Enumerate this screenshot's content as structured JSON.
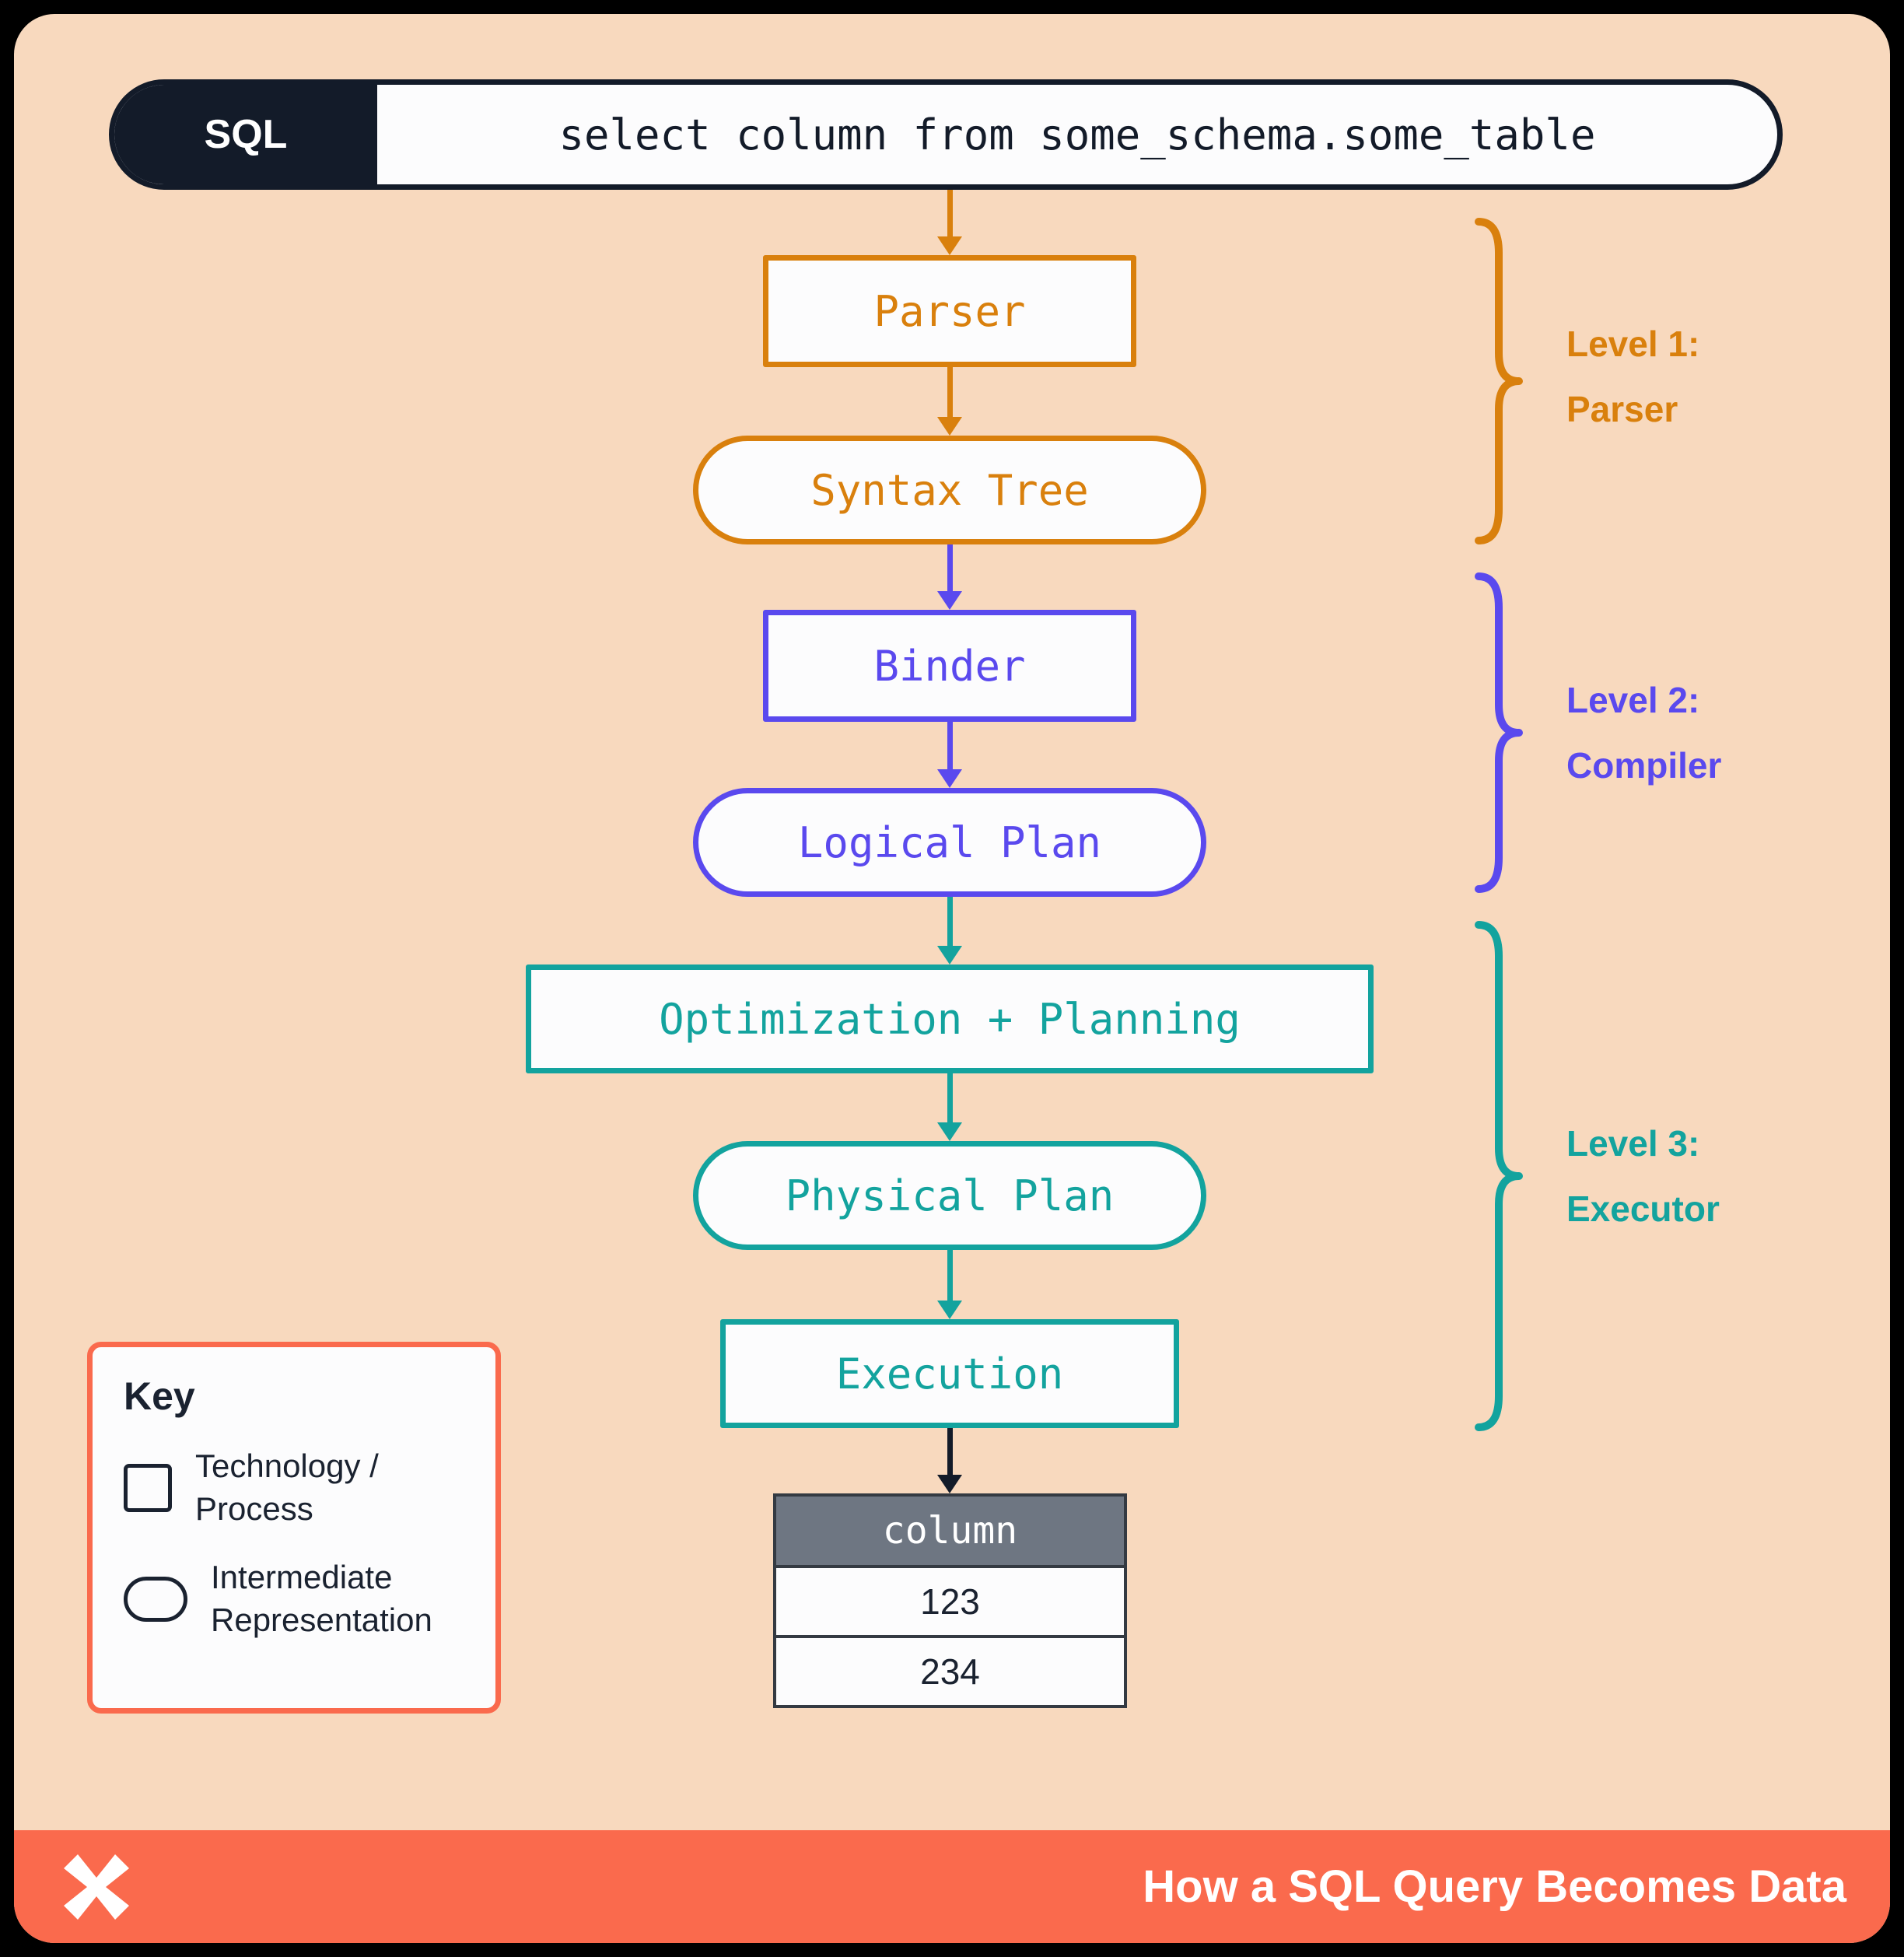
{
  "colors": {
    "background_peach": "#F8D9BE",
    "navy": "#131B29",
    "level1_orange": "#D9800D",
    "level2_purple": "#5A49EE",
    "level3_teal": "#13A39E",
    "coral_accent": "#FA6A4D",
    "table_header_gray": "#6E7682"
  },
  "sql_bar": {
    "label": "SQL",
    "query": "select column from some_schema.some_table"
  },
  "nodes": [
    {
      "id": "parser",
      "label": "Parser",
      "shape": "rect",
      "level": "orange"
    },
    {
      "id": "syntax-tree",
      "label": "Syntax Tree",
      "shape": "pill",
      "level": "orange"
    },
    {
      "id": "binder",
      "label": "Binder",
      "shape": "rect",
      "level": "purple"
    },
    {
      "id": "logical-plan",
      "label": "Logical Plan",
      "shape": "pill",
      "level": "purple"
    },
    {
      "id": "optimization-planning",
      "label": "Optimization + Planning",
      "shape": "rect",
      "level": "teal"
    },
    {
      "id": "physical-plan",
      "label": "Physical Plan",
      "shape": "pill",
      "level": "teal"
    },
    {
      "id": "execution",
      "label": "Execution",
      "shape": "rect",
      "level": "teal"
    }
  ],
  "levels": [
    {
      "line1": "Level 1:",
      "line2": "Parser",
      "color": "#D9800D"
    },
    {
      "line1": "Level 2:",
      "line2": "Compiler",
      "color": "#5A49EE"
    },
    {
      "line1": "Level 3:",
      "line2": "Executor",
      "color": "#13A39E"
    }
  ],
  "result_table": {
    "header": "column",
    "rows": [
      "123",
      "234"
    ]
  },
  "key": {
    "title": "Key",
    "items": [
      {
        "icon": "square-outline",
        "line1": "Technology /",
        "line2": "Process"
      },
      {
        "icon": "pill-outline",
        "line1": "Intermediate",
        "line2": "Representation"
      }
    ]
  },
  "footer": {
    "logo_icon": "pinwheel-x-logo",
    "title": "How a SQL Query Becomes Data"
  }
}
